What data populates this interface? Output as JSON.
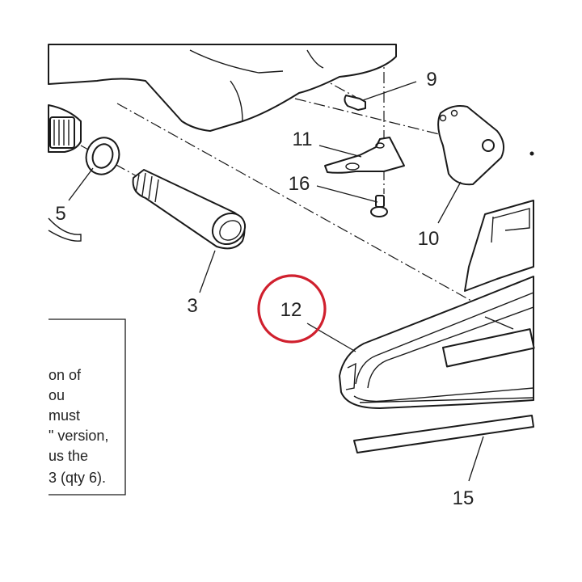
{
  "callouts": {
    "c9": "9",
    "c11": "11",
    "c16": "16",
    "c10": "10",
    "c5": "5",
    "c3": "3",
    "c12": "12",
    "c15": "15"
  },
  "note": {
    "lines": [
      "on of",
      "ou",
      "must",
      "\" version,",
      "us the",
      "3 (qty 6)."
    ]
  },
  "highlight": {
    "ring_color": "#d0202e",
    "target_callout": "12"
  }
}
